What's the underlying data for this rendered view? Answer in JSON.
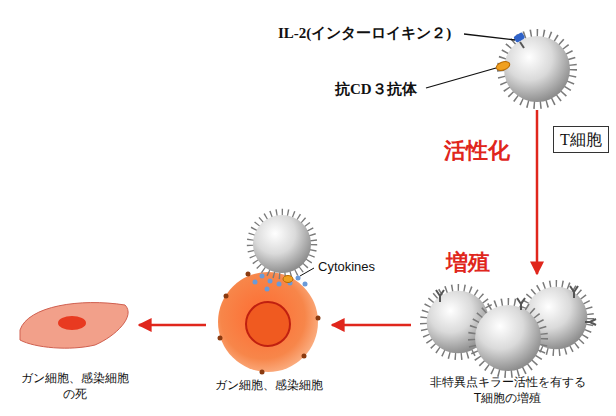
{
  "diagram": {
    "nodes": [
      {
        "text": [
          "T細胞"
        ]
      },
      {
        "text": [
          "非特異点キラー活性を有する T細胞の増殖"
        ]
      },
      {
        "text": [
          "ガン細胞、感染細胞"
        ]
      },
      {
        "text": [
          "ガン細胞、感染細胞 の死"
        ]
      }
    ],
    "edges": [
      {
        "from": 0,
        "to": 1,
        "arrow": "to",
        "label": "活性化"
      },
      {
        "from": 1,
        "to": 2,
        "arrow": "to"
      },
      {
        "from": 2,
        "to": 3,
        "arrow": "to"
      }
    ],
    "labels": [
      "IL-2(インターロイキン２)",
      "抗CD３抗体",
      "Cytokines",
      "増殖"
    ]
  }
}
